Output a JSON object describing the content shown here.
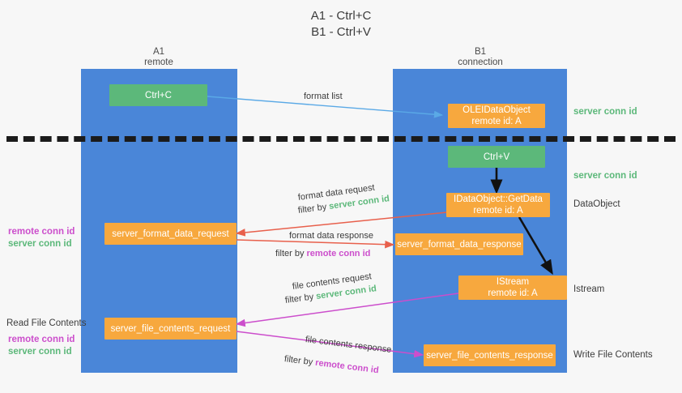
{
  "title": {
    "line1": "A1 - Ctrl+C",
    "line2": "B1 - Ctrl+V"
  },
  "columns": [
    {
      "name": "A1",
      "subtitle": "remote"
    },
    {
      "name": "B1",
      "subtitle": "connection"
    }
  ],
  "colors": {
    "lane": "#4a86d8",
    "green_box": "#5cb87a",
    "orange_box": "#f7a83e",
    "server_conn_id": "#5cb87a",
    "remote_conn_id": "#cc4ecc",
    "arrow_blue": "#5aa9e6",
    "arrow_red": "#e8604c",
    "arrow_magenta": "#cc4ecc",
    "arrow_black": "#111111",
    "divider": "#1b1b1b",
    "background": "#f7f7f7"
  },
  "boxes": {
    "ctrl_c": {
      "label": "Ctrl+C"
    },
    "ole_idataobject": {
      "label": "OLEIDataObject",
      "sub": "remote id: A"
    },
    "ctrl_v": {
      "label": "Ctrl+V"
    },
    "idataobject_getdata": {
      "label": "IDataObject::GetData",
      "sub": "remote id: A"
    },
    "istream": {
      "label": "IStream",
      "sub": "remote id: A"
    },
    "server_format_data_request": {
      "label": "server_format_data_request"
    },
    "server_format_data_response": {
      "label": "server_format_data_response"
    },
    "server_file_contents_request": {
      "label": "server_file_contents_request"
    },
    "server_file_contents_response": {
      "label": "server_file_contents_response"
    }
  },
  "right_labels": {
    "server_conn_id_top": "server conn id",
    "server_conn_id_mid": "server conn id",
    "dataobject": "DataObject",
    "istream": "Istream",
    "write_file_contents": "Write File Contents"
  },
  "left_labels": {
    "remote_conn_id_1": "remote conn id",
    "server_conn_id_1": "server conn id",
    "read_file_contents": "Read File Contents",
    "remote_conn_id_2": "remote conn id",
    "server_conn_id_2": "server conn id"
  },
  "edges": {
    "format_list": "format list",
    "format_data_request": "format data request",
    "format_data_request_filter_prefix": "filter by ",
    "format_data_request_filter_value": "server conn id",
    "format_data_response": "format data response",
    "format_data_response_filter_prefix": "filter by ",
    "format_data_response_filter_value": "remote conn id",
    "file_contents_request": "file contents request",
    "file_contents_request_filter_prefix": "filter by ",
    "file_contents_request_filter_value": "server conn id",
    "file_contents_response": "file contents response",
    "file_contents_response_filter_prefix": "filter by ",
    "file_contents_response_filter_value": "remote conn id"
  }
}
